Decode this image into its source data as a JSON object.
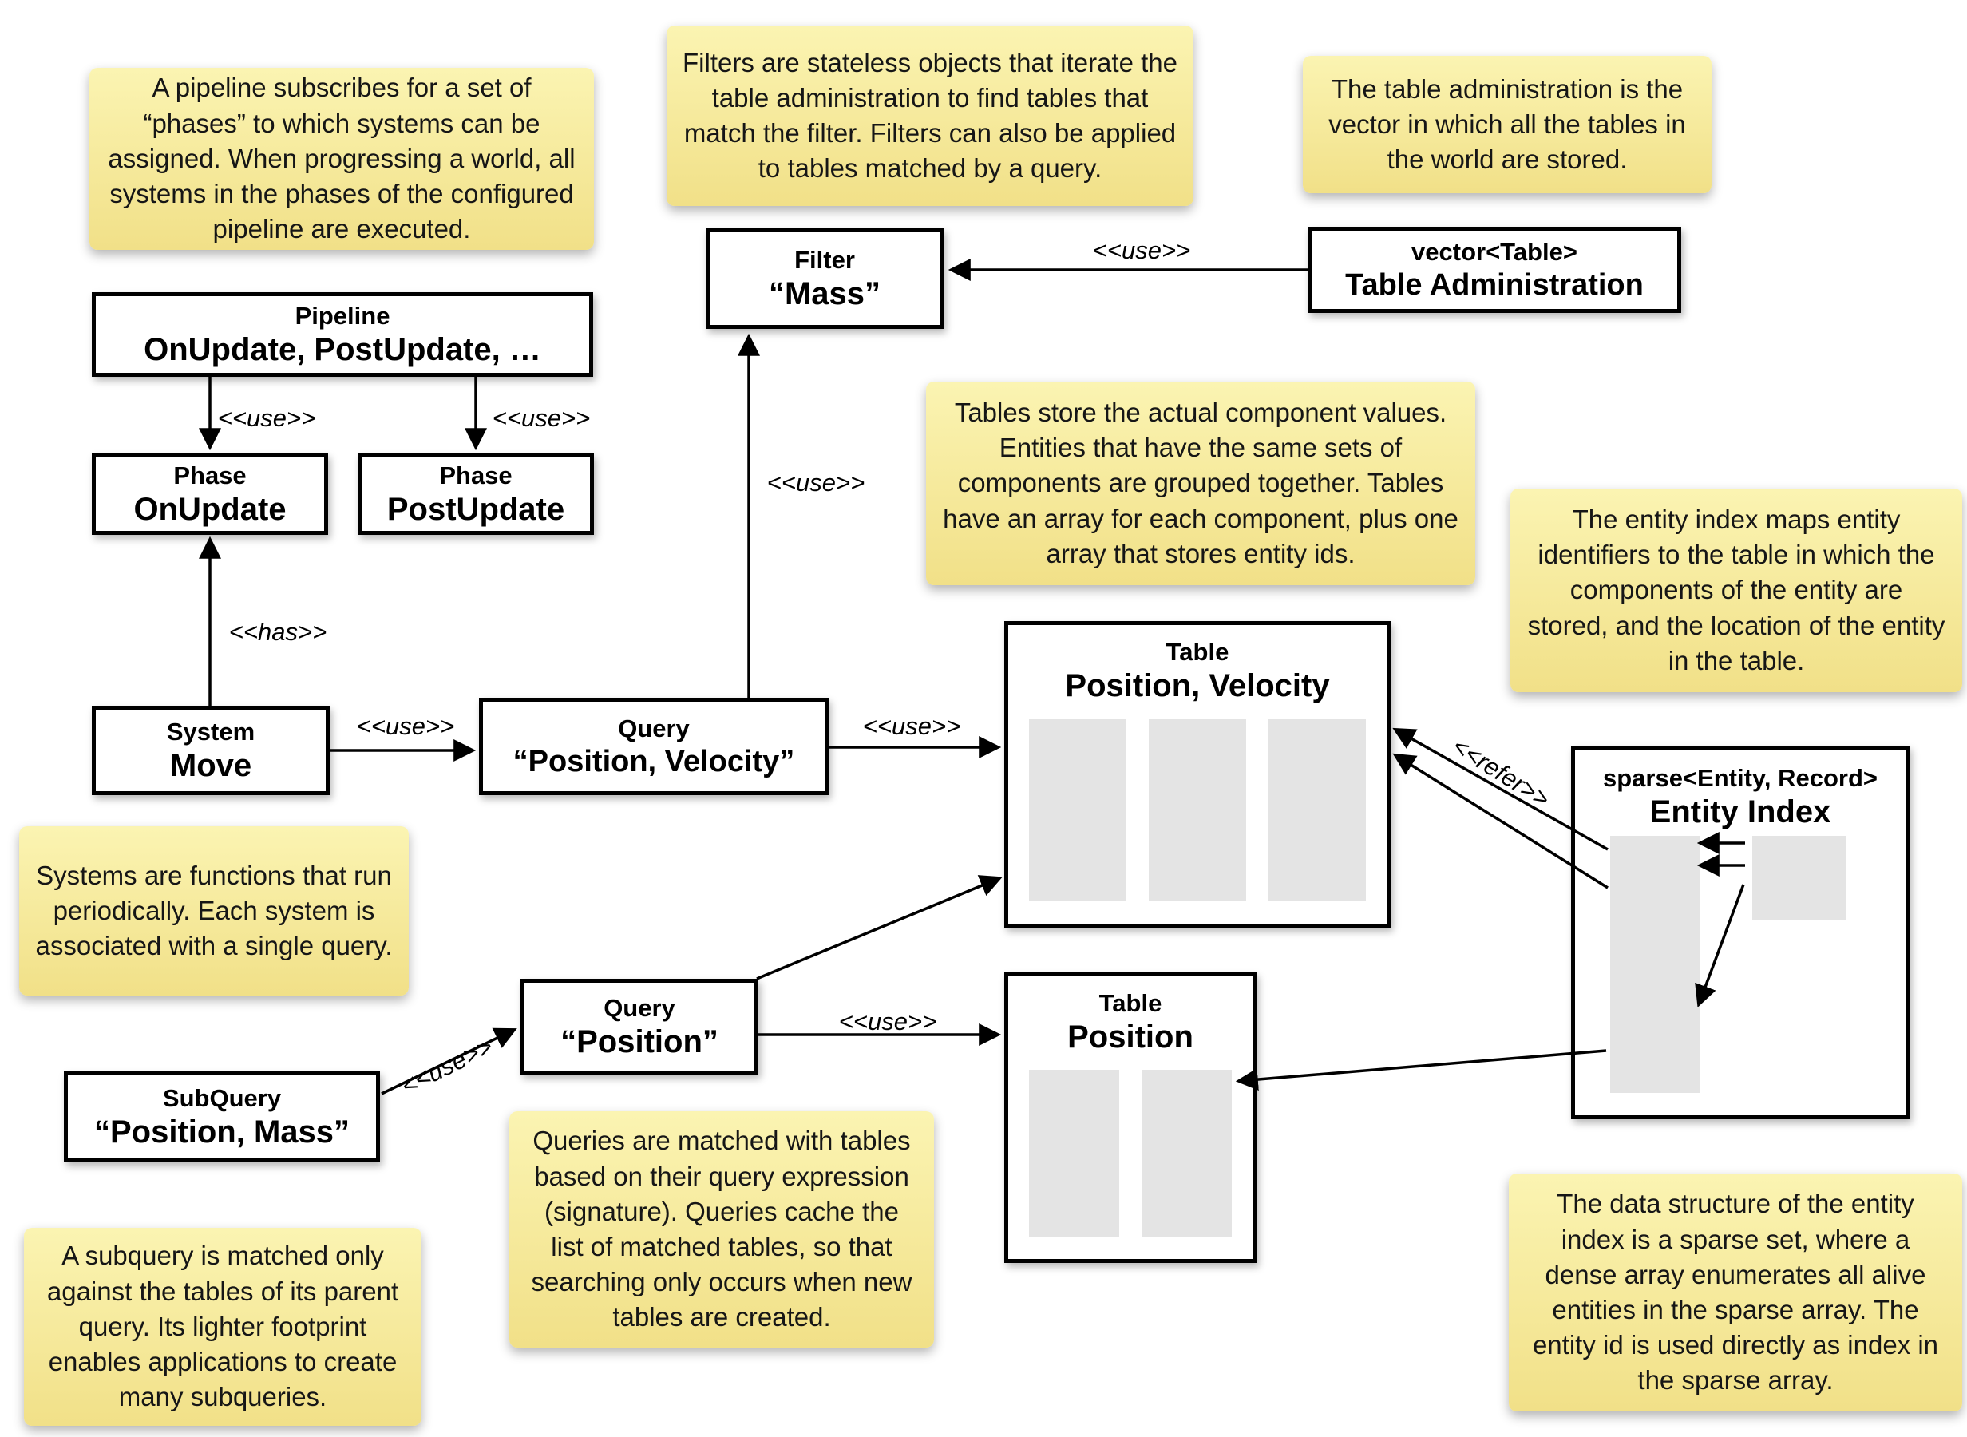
{
  "diagram": {
    "colors": {
      "note_top": "#fbf4b2",
      "note_bottom": "#f1e088",
      "box_border": "#000000",
      "array_fill": "#e4e4e4",
      "background": "#ffffff"
    },
    "notes": {
      "pipeline": "A pipeline subscribes for a set of “phases” to which systems can be assigned. When progressing a world, all systems in the phases of the configured pipeline are executed.",
      "filters": "Filters are stateless objects that iterate the table administration to find tables that match the filter. Filters can also be applied to tables matched by a query.",
      "table_admin": "The table administration is the vector in which all the tables in the world are stored.",
      "tables": "Tables store the actual component values. Entities that have the same sets of components are grouped together. Tables have an array for each component, plus one array that stores entity ids.",
      "entity_index": "The entity index maps entity identifiers to the table in which the components of the entity are stored, and the location of the entity in the table.",
      "systems": "Systems are functions that run periodically. Each system is associated with a single query.",
      "queries": "Queries are matched with tables based on their query expression (signature). Queries cache the list of matched tables, so that searching only occurs when new tables are created.",
      "subquery": "A subquery is matched only against the tables of its parent query. Its lighter footprint enables applications to create many subqueries.",
      "sparse_set": "The data structure of the entity index is a sparse set, where a dense array enumerates all alive entities in the sparse array. The entity id is used directly as index in the sparse array."
    },
    "boxes": {
      "pipeline": {
        "title": "Pipeline",
        "value": "OnUpdate, PostUpdate, …"
      },
      "phase_onupdate": {
        "title": "Phase",
        "value": "OnUpdate"
      },
      "phase_postupdate": {
        "title": "Phase",
        "value": "PostUpdate"
      },
      "system_move": {
        "title": "System",
        "value": "Move"
      },
      "query_pv": {
        "title": "Query",
        "value": "“Position, Velocity”"
      },
      "query_p": {
        "title": "Query",
        "value": "“Position”"
      },
      "subquery": {
        "title": "SubQuery",
        "value": "“Position, Mass”"
      },
      "filter": {
        "title": "Filter",
        "value": "“Mass”"
      },
      "table_admin": {
        "title": "vector<Table>",
        "value": "Table Administration"
      },
      "table_pv": {
        "title": "Table",
        "value": "Position, Velocity"
      },
      "table_p": {
        "title": "Table",
        "value": "Position"
      },
      "entity_index": {
        "title": "sparse<Entity, Record>",
        "value": "Entity Index"
      }
    },
    "edge_labels": {
      "pipeline_onupdate": "<<use>>",
      "pipeline_postupdate": "<<use>>",
      "system_phase": "<<has>>",
      "system_query": "<<use>>",
      "query_filter": "<<use>>",
      "admin_filter": "<<use>>",
      "query_table": "<<use>>",
      "queryp_tablep": "<<use>>",
      "subquery_queryp": "<<use>>",
      "entityindex_table": "<<refer>>"
    }
  }
}
